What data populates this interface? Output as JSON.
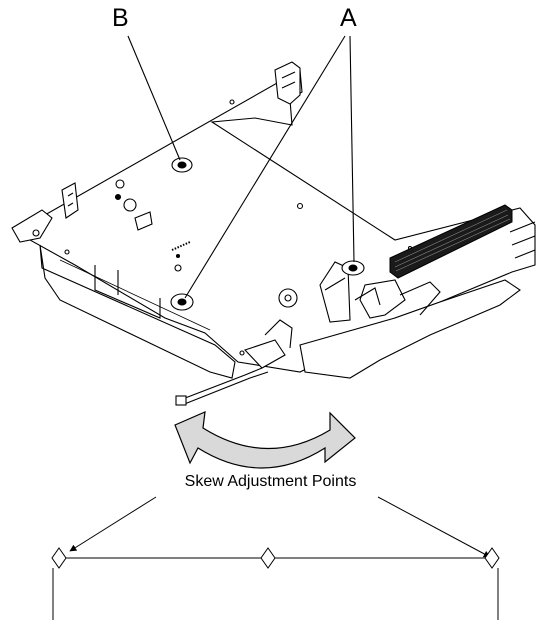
{
  "callouts": {
    "b": "B",
    "a": "A"
  },
  "caption": "Skew Adjustment Points",
  "colors": {
    "line": "#000000",
    "background": "#ffffff",
    "shade": "#d9d9d9"
  }
}
